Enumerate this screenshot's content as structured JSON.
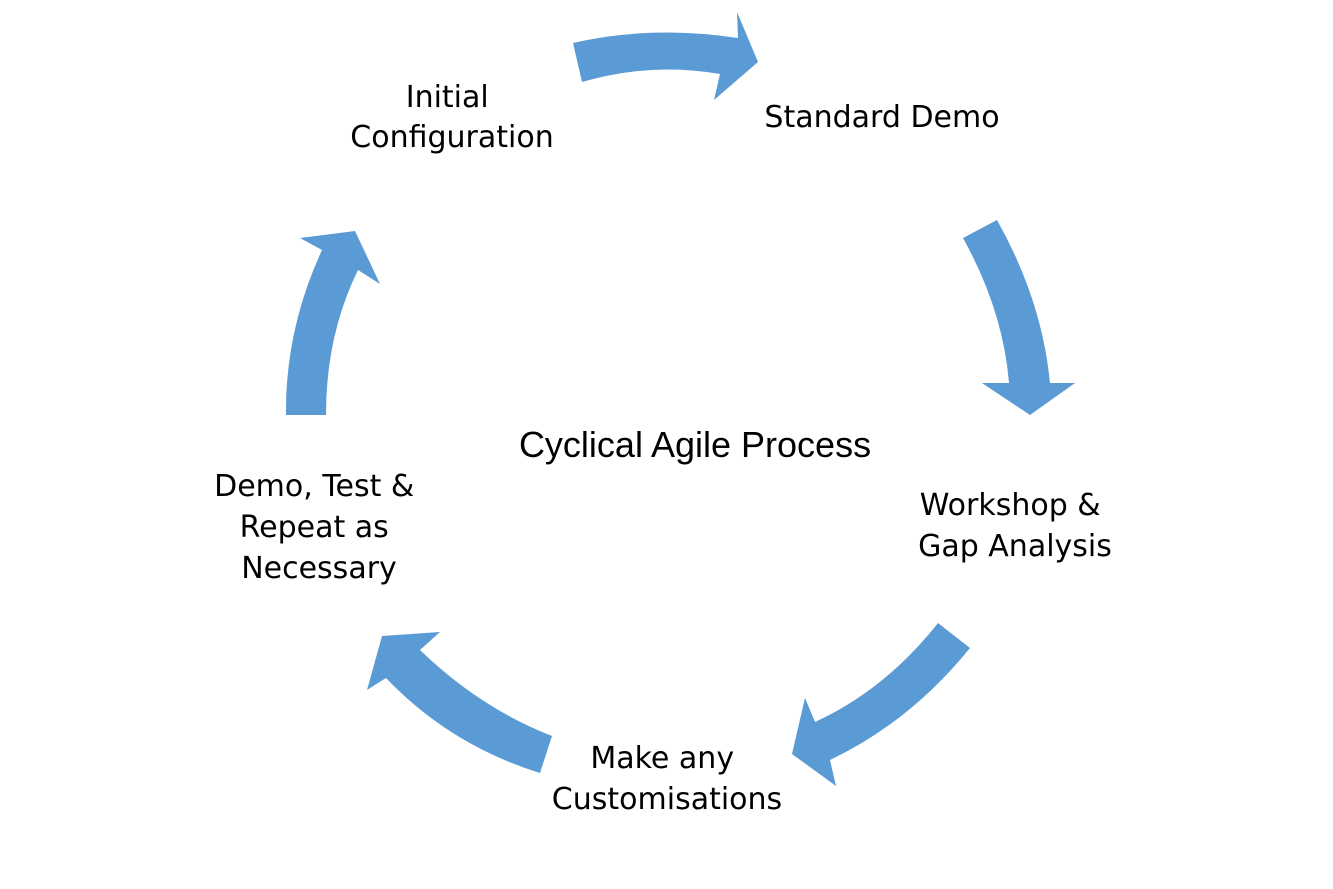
{
  "diagram": {
    "center_title": "Cyclical Agile Process",
    "arrow_color": "#5b9bd5",
    "steps": [
      {
        "line1": "Initial",
        "line2": "Configuration"
      },
      {
        "line1": "Standard Demo"
      },
      {
        "line1": "Workshop &",
        "line2": "Gap Analysis"
      },
      {
        "line1": "Make any",
        "line2": "Customisations"
      },
      {
        "line1": "Demo, Test &",
        "line2": "Repeat as",
        "line3": "Necessary"
      }
    ]
  }
}
